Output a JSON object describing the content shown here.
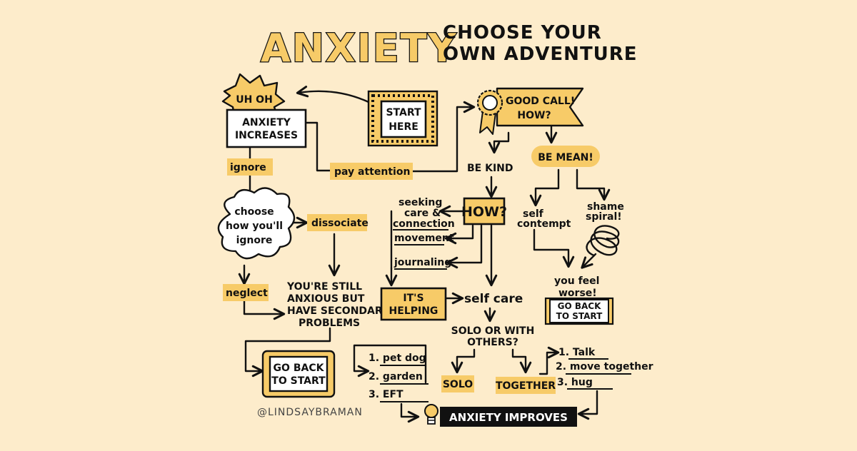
{
  "colors": {
    "background": "#fdeccb",
    "highlight": "#f7cb68",
    "ink": "#111111",
    "white": "#ffffff"
  },
  "title": {
    "main": "ANXIETY",
    "sub_line1": "CHOOSE YOUR",
    "sub_line2": "OWN ADVENTURE"
  },
  "nodes": {
    "start": [
      "START",
      "HERE"
    ],
    "uh_oh": "UH OH",
    "anxiety_increases": [
      "ANXIETY",
      "INCREASES"
    ],
    "good_call": [
      "GOOD CALL!",
      "HOW?"
    ],
    "be_kind": "BE KIND",
    "be_mean": "BE MEAN!",
    "ignore": "ignore",
    "pay_attention": "pay attention",
    "choose_how": [
      "choose",
      "how you'll",
      "ignore"
    ],
    "dissociate": "dissociate",
    "neglect": "neglect",
    "still_anxious": [
      "YOU'RE STILL",
      "ANXIOUS BUT",
      "HAVE SECONDARY",
      "PROBLEMS"
    ],
    "go_back_left": [
      "GO BACK",
      "TO START"
    ],
    "how": "HOW?",
    "seeking_care": [
      "seeking",
      "care &",
      "connection"
    ],
    "movement": "movement",
    "journaling": "journaling",
    "its_helping": [
      "IT'S",
      "HELPING"
    ],
    "self_care": "self care",
    "self_contempt": [
      "self",
      "contempt"
    ],
    "shame_spiral": [
      "shame",
      "spiral!"
    ],
    "you_feel_worse": [
      "you feel",
      "worse!"
    ],
    "go_back_right": [
      "GO BACK",
      "TO START"
    ],
    "solo_or_with": [
      "SOLO OR WITH",
      "OTHERS?"
    ],
    "solo": "SOLO",
    "together": "TOGETHER",
    "anxiety_improves": "ANXIETY IMPROVES",
    "solo_list": [
      "1. pet dog",
      "2. garden",
      "3. EFT"
    ],
    "together_list": [
      "1. Talk",
      "2. move together",
      "3. hug"
    ],
    "credit": "@LINDSAYBRAMAN"
  }
}
